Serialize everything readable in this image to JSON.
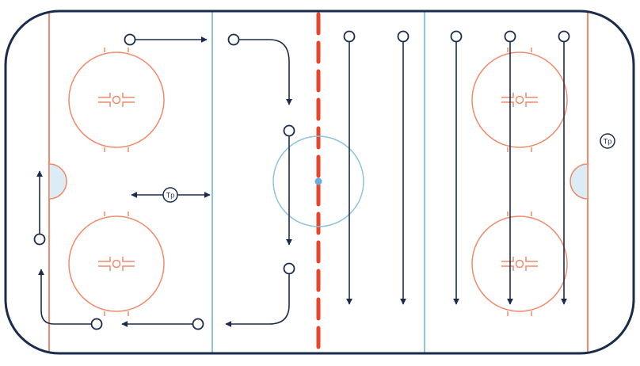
{
  "diagram": {
    "type": "hockey-drill",
    "colors": {
      "board": "#1a2b4c",
      "goal_line": "#f08a6a",
      "faceoff": "#f08a6a",
      "blue_line": "#8fc3dc",
      "center_line": "#e8452c",
      "center_dot": "#6aaee0",
      "crease_fill": "#dcecf6",
      "player": "#1a2b4c"
    },
    "markers": {
      "coach_left": "Tp",
      "coach_right": "Tp"
    }
  }
}
